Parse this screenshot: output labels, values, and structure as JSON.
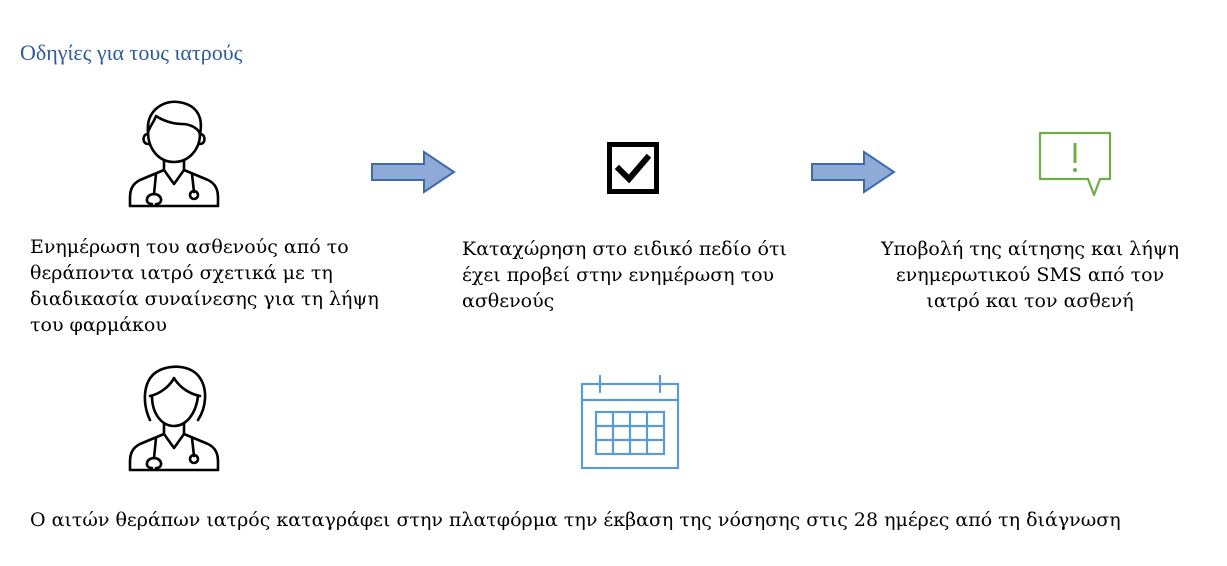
{
  "title": "Οδηγίες για τους ιατρούς",
  "steps": [
    {
      "icon": "doctor-male-icon",
      "text": "Ενημέρωση του ασθενούς από το θεράποντα ιατρό σχετικά με τη διαδικασία συναίνεσης για τη λήψη του φαρμάκου"
    },
    {
      "icon": "checkbox-checked-icon",
      "text": "Καταχώρηση στο ειδικό πεδίο ότι έχει προβεί στην ενημέρωση του ασθενούς"
    },
    {
      "icon": "alert-message-icon",
      "text": "Υποβολή της αίτησης και λήψη ενημερωτικού SMS από τον ιατρό και τον ασθενή"
    }
  ],
  "bottom": {
    "icons": [
      "doctor-female-icon",
      "calendar-icon"
    ],
    "text": "Ο αιτών θεράπων ιατρός καταγράφει στην πλατφόρμα την έκβαση της νόσησης στις 28 ημέρες από τη διάγνωση"
  },
  "colors": {
    "title": "#2e5c9a",
    "arrow_fill": "#8eabd8",
    "arrow_stroke": "#3f6aa8",
    "alert": "#70ad47",
    "calendar": "#5b9bd5"
  }
}
